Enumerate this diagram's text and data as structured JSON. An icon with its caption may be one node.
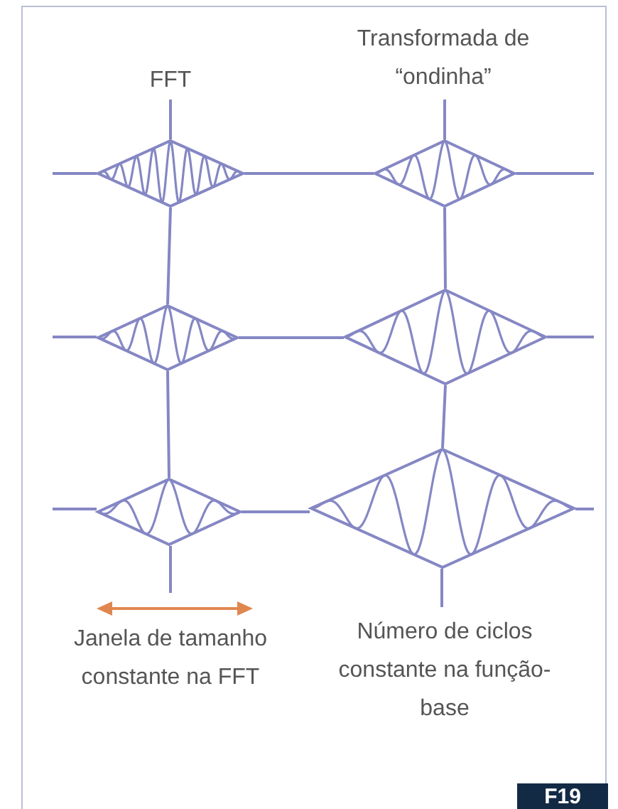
{
  "diagram": {
    "nodes": [
      {
        "text": [],
        "shape": "diamond"
      },
      {
        "text": [],
        "shape": "diamond"
      },
      {
        "text": [],
        "shape": "diamond"
      },
      {
        "text": [],
        "shape": "diamond"
      },
      {
        "text": [],
        "shape": "diamond"
      },
      {
        "text": [],
        "shape": "diamond"
      }
    ],
    "edges": [
      {
        "from": 0,
        "to": 1,
        "arrow": "none"
      },
      {
        "from": 0,
        "to": 2,
        "arrow": "none"
      },
      {
        "from": 1,
        "to": 3,
        "arrow": "none"
      },
      {
        "from": 2,
        "to": 3,
        "arrow": "none"
      },
      {
        "from": 2,
        "to": 4,
        "arrow": "none"
      },
      {
        "from": 3,
        "to": 5,
        "arrow": "none"
      },
      {
        "from": 4,
        "to": 5,
        "arrow": "none"
      }
    ],
    "labels": [
      "Transformada de “ondinha”",
      "FFT",
      "Janela de tamanho constante na FFT",
      "Número de ciclos constante na função-base",
      "F19"
    ]
  }
}
